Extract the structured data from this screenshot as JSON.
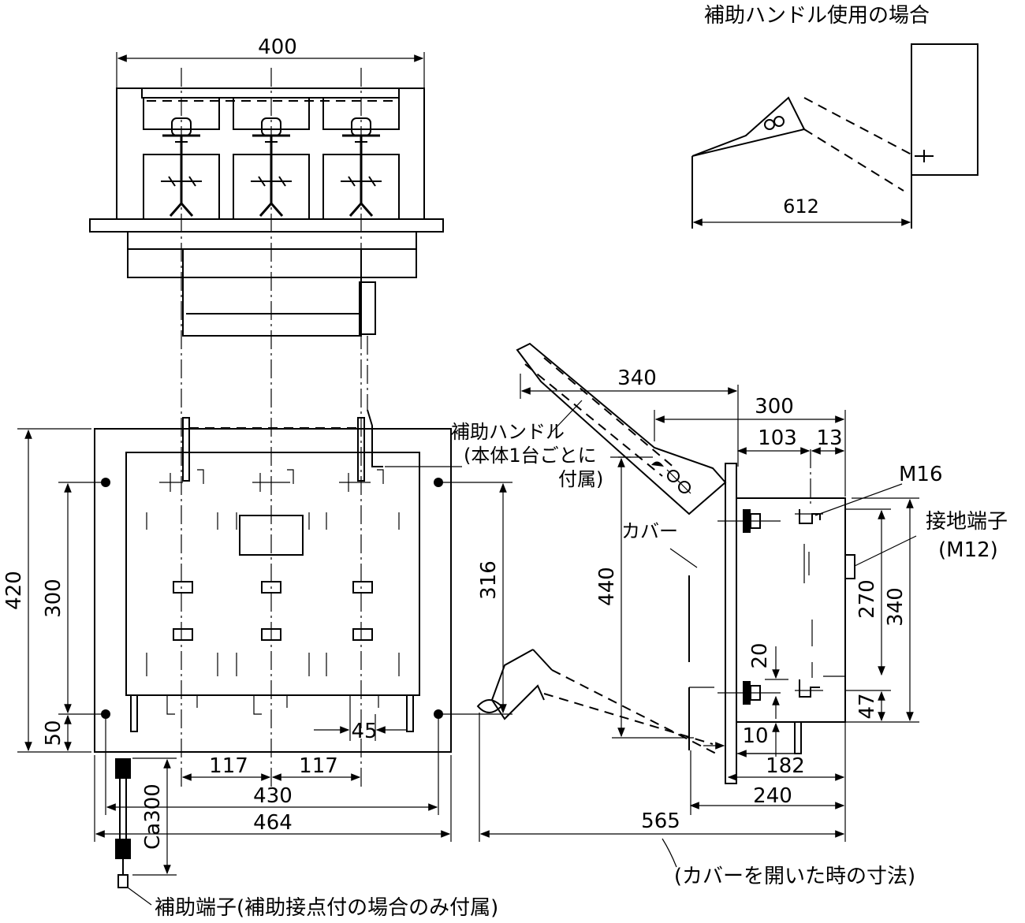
{
  "labels": {
    "aux_handle_case": "補助ハンドル使用の場合",
    "aux_handle": "補助ハンドル",
    "aux_handle_note": "(本体1台ごとに",
    "aux_handle_note2": "付属)",
    "cover": "カバー",
    "m16": "M16",
    "ground_terminal": "接地端子",
    "ground_size": "(M12)",
    "cover_open_dims": "(カバーを開いた時の寸法)",
    "aux_terminal": "補助端子(補助接点付の場合のみ付属)"
  },
  "dimensions": {
    "top_width": "400",
    "handle_612": "612",
    "d340_top": "340",
    "d300": "300",
    "d103": "103",
    "d13": "13",
    "d420": "420",
    "d300_left": "300",
    "d50": "50",
    "d316": "316",
    "d440": "440",
    "d270": "270",
    "d340_right": "340",
    "d20": "20",
    "d47": "47",
    "d10": "10",
    "d182": "182",
    "d240": "240",
    "d565": "565",
    "d45": "45",
    "d117_l": "117",
    "d117_r": "117",
    "d430": "430",
    "d464": "464",
    "ca300": "Ca300"
  }
}
